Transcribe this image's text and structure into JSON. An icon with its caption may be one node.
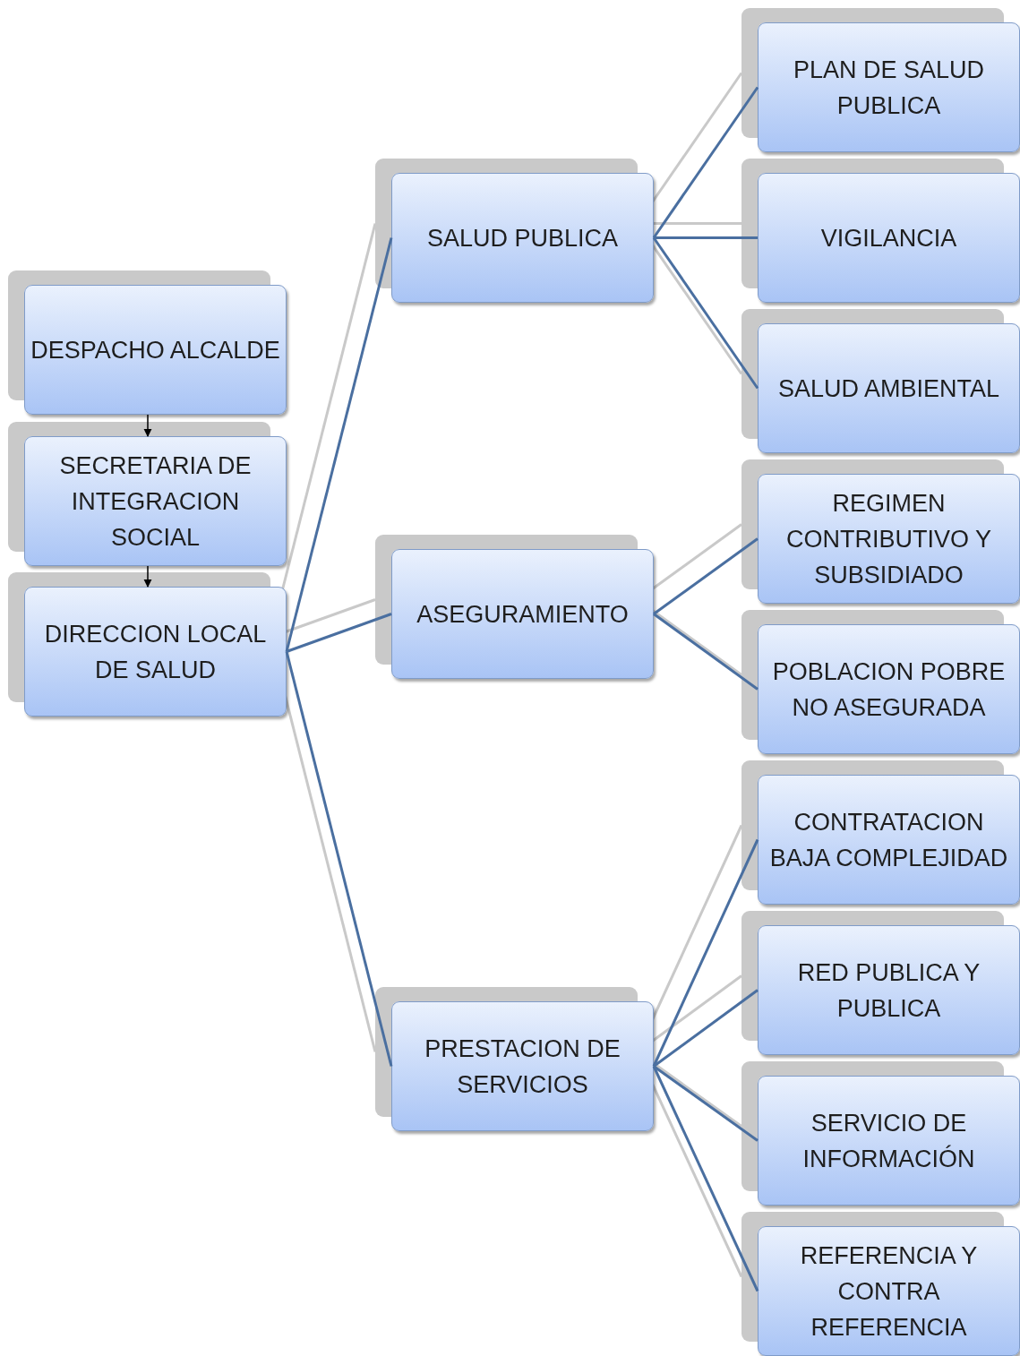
{
  "diagram": {
    "nodes": [
      {
        "text": [
          "DESPACHO ALCALDE"
        ]
      },
      {
        "text": [
          "SECRETARIA DE INTEGRACION SOCIAL"
        ]
      },
      {
        "text": [
          "DIRECCION LOCAL DE SALUD"
        ]
      },
      {
        "text": [
          "SALUD PUBLICA"
        ]
      },
      {
        "text": [
          "ASEGURAMIENTO"
        ]
      },
      {
        "text": [
          "PRESTACION DE SERVICIOS"
        ]
      },
      {
        "text": [
          "PLAN DE SALUD PUBLICA"
        ]
      },
      {
        "text": [
          "VIGILANCIA"
        ]
      },
      {
        "text": [
          "SALUD AMBIENTAL"
        ]
      },
      {
        "text": [
          "REGIMEN CONTRIBUTIVO Y SUBSIDIADO"
        ]
      },
      {
        "text": [
          "POBLACION POBRE NO ASEGURADA"
        ]
      },
      {
        "text": [
          "CONTRATACION BAJA COMPLEJIDAD"
        ]
      },
      {
        "text": [
          "RED PUBLICA Y PUBLICA"
        ]
      },
      {
        "text": [
          "SERVICIO DE INFORMACIÓN"
        ]
      },
      {
        "text": [
          "REFERENCIA Y CONTRA REFERENCIA"
        ]
      }
    ],
    "edges": [
      {
        "from": 0,
        "to": 1,
        "arrow": "to",
        "color": "#000000"
      },
      {
        "from": 1,
        "to": 2,
        "arrow": "to",
        "color": "#000000"
      },
      {
        "from": 2,
        "to": 3,
        "arrow": "none"
      },
      {
        "from": 2,
        "to": 4,
        "arrow": "none"
      },
      {
        "from": 2,
        "to": 5,
        "arrow": "none"
      },
      {
        "from": 3,
        "to": 6,
        "arrow": "none"
      },
      {
        "from": 3,
        "to": 7,
        "arrow": "none"
      },
      {
        "from": 3,
        "to": 8,
        "arrow": "none"
      },
      {
        "from": 4,
        "to": 9,
        "arrow": "none"
      },
      {
        "from": 4,
        "to": 10,
        "arrow": "none"
      },
      {
        "from": 5,
        "to": 11,
        "arrow": "none"
      },
      {
        "from": 5,
        "to": 12,
        "arrow": "none"
      },
      {
        "from": 5,
        "to": 13,
        "arrow": "none"
      },
      {
        "from": 5,
        "to": 14,
        "arrow": "none"
      }
    ]
  }
}
